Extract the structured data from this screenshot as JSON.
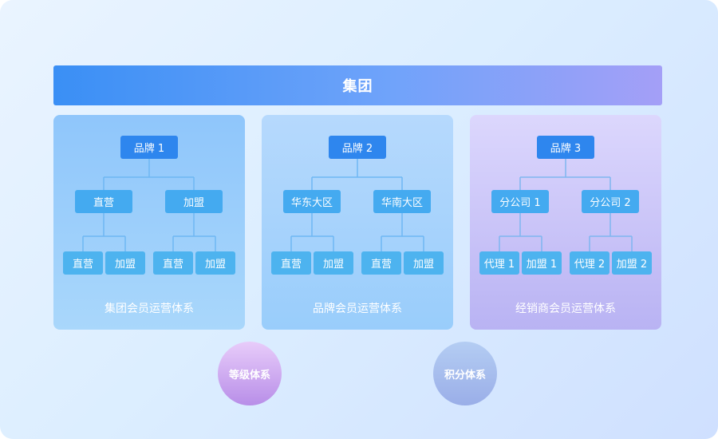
{
  "group": {
    "label": "集团"
  },
  "panels": [
    {
      "root": "品牌 1",
      "mid": [
        "直营",
        "加盟"
      ],
      "leaves": [
        "直营",
        "加盟",
        "直营",
        "加盟"
      ],
      "caption": "集团会员运营体系"
    },
    {
      "root": "品牌 2",
      "mid": [
        "华东大区",
        "华南大区"
      ],
      "leaves": [
        "直营",
        "加盟",
        "直营",
        "加盟"
      ],
      "caption": "品牌会员运营体系"
    },
    {
      "root": "品牌 3",
      "mid": [
        "分公司 1",
        "分公司 2"
      ],
      "leaves": [
        "代理 1",
        "加盟 1",
        "代理 2",
        "加盟 2"
      ],
      "caption": "经销商会员运营体系"
    }
  ],
  "circles": [
    {
      "label": "等级体系"
    },
    {
      "label": "积分体系"
    }
  ],
  "colors": {
    "connector_panel_1": "#6fb7f3",
    "connector_panel_2": "#6fb7f3",
    "connector_panel_3": "#7fb6f0"
  }
}
